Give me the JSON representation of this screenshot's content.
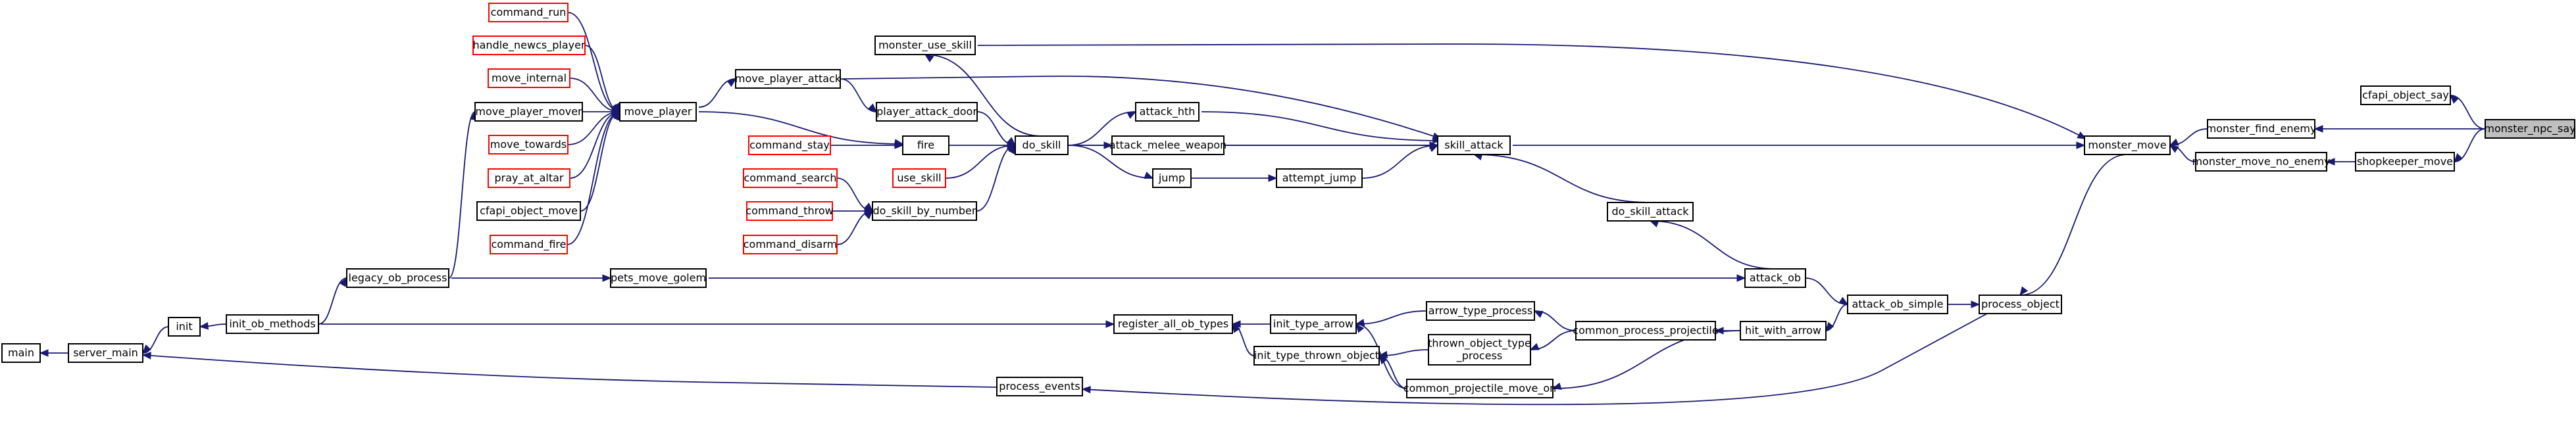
{
  "graph": {
    "focus_node": "monster_npc_say",
    "nodes": [
      {
        "id": "monster_npc_say",
        "label": "monster_npc_say",
        "style": "focus"
      },
      {
        "id": "cfapi_object_say",
        "label": "cfapi_object_say",
        "style": "normal"
      },
      {
        "id": "monster_find_enemy",
        "label": "monster_find_enemy",
        "style": "normal"
      },
      {
        "id": "monster_move_no_enemy",
        "label": "monster_move_no_enemy",
        "style": "normal"
      },
      {
        "id": "shopkeeper_move",
        "label": "shopkeeper_move",
        "style": "normal"
      },
      {
        "id": "monster_move",
        "label": "monster_move",
        "style": "normal"
      },
      {
        "id": "monster_use_skill",
        "label": "monster_use_skill",
        "style": "normal"
      },
      {
        "id": "skill_attack",
        "label": "skill_attack",
        "style": "normal"
      },
      {
        "id": "process_object",
        "label": "process_object",
        "style": "normal"
      },
      {
        "id": "attack_ob_simple",
        "label": "attack_ob_simple",
        "style": "normal"
      },
      {
        "id": "attack_ob",
        "label": "attack_ob",
        "style": "normal"
      },
      {
        "id": "do_skill_attack",
        "label": "do_skill_attack",
        "style": "normal"
      },
      {
        "id": "hit_with_arrow",
        "label": "hit_with_arrow",
        "style": "normal"
      },
      {
        "id": "common_process_projectile",
        "label": "common_process_projectile",
        "style": "normal"
      },
      {
        "id": "arrow_type_process",
        "label": "arrow_type_process",
        "style": "normal"
      },
      {
        "id": "thrown_object_type_process",
        "label": "thrown_object_type\n_process",
        "style": "normal"
      },
      {
        "id": "common_projectile_move_on",
        "label": "common_projectile_move_on",
        "style": "normal"
      },
      {
        "id": "attack_hth",
        "label": "attack_hth",
        "style": "normal"
      },
      {
        "id": "attack_melee_weapon",
        "label": "attack_melee_weapon",
        "style": "normal"
      },
      {
        "id": "attempt_jump",
        "label": "attempt_jump",
        "style": "normal"
      },
      {
        "id": "jump",
        "label": "jump",
        "style": "normal"
      },
      {
        "id": "do_skill",
        "label": "do_skill",
        "style": "normal"
      },
      {
        "id": "move_player_attack",
        "label": "move_player_attack",
        "style": "normal"
      },
      {
        "id": "player_attack_door",
        "label": "player_attack_door",
        "style": "normal"
      },
      {
        "id": "fire",
        "label": "fire",
        "style": "normal"
      },
      {
        "id": "use_skill",
        "label": "use_skill",
        "style": "red"
      },
      {
        "id": "do_skill_by_number",
        "label": "do_skill_by_number",
        "style": "normal"
      },
      {
        "id": "command_stay",
        "label": "command_stay",
        "style": "red"
      },
      {
        "id": "command_search",
        "label": "command_search",
        "style": "red"
      },
      {
        "id": "command_throw",
        "label": "command_throw",
        "style": "red"
      },
      {
        "id": "command_disarm",
        "label": "command_disarm",
        "style": "red"
      },
      {
        "id": "move_player",
        "label": "move_player",
        "style": "normal"
      },
      {
        "id": "command_run",
        "label": "command_run",
        "style": "red"
      },
      {
        "id": "handle_newcs_player",
        "label": "handle_newcs_player",
        "style": "red"
      },
      {
        "id": "move_internal",
        "label": "move_internal",
        "style": "red"
      },
      {
        "id": "move_player_mover",
        "label": "move_player_mover",
        "style": "normal"
      },
      {
        "id": "move_towards",
        "label": "move_towards",
        "style": "red"
      },
      {
        "id": "pray_at_altar",
        "label": "pray_at_altar",
        "style": "red"
      },
      {
        "id": "cfapi_object_move",
        "label": "cfapi_object_move",
        "style": "normal"
      },
      {
        "id": "command_fire",
        "label": "command_fire",
        "style": "red"
      },
      {
        "id": "legacy_ob_process",
        "label": "legacy_ob_process",
        "style": "normal"
      },
      {
        "id": "pets_move_golem",
        "label": "pets_move_golem",
        "style": "normal"
      },
      {
        "id": "init_ob_methods",
        "label": "init_ob_methods",
        "style": "normal"
      },
      {
        "id": "register_all_ob_types",
        "label": "register_all_ob_types",
        "style": "normal"
      },
      {
        "id": "init_type_arrow",
        "label": "init_type_arrow",
        "style": "normal"
      },
      {
        "id": "init_type_thrown_object",
        "label": "init_type_thrown_object",
        "style": "normal"
      },
      {
        "id": "init",
        "label": "init",
        "style": "normal"
      },
      {
        "id": "server_main",
        "label": "server_main",
        "style": "normal"
      },
      {
        "id": "main",
        "label": "main",
        "style": "normal"
      },
      {
        "id": "process_events",
        "label": "process_events",
        "style": "normal"
      }
    ],
    "edges": [
      {
        "from": "cfapi_object_say",
        "to": "monster_npc_say"
      },
      {
        "from": "monster_find_enemy",
        "to": "monster_npc_say"
      },
      {
        "from": "shopkeeper_move",
        "to": "monster_npc_say"
      },
      {
        "from": "monster_move",
        "to": "monster_find_enemy"
      },
      {
        "from": "monster_move_no_enemy",
        "to": "shopkeeper_move"
      },
      {
        "from": "monster_move",
        "to": "monster_move_no_enemy"
      },
      {
        "from": "monster_move",
        "to": "monster_use_skill"
      },
      {
        "from": "monster_move",
        "to": "skill_attack"
      },
      {
        "from": "process_object",
        "to": "monster_move"
      },
      {
        "from": "skill_attack",
        "to": "do_skill_attack"
      },
      {
        "from": "skill_attack",
        "to": "attack_hth"
      },
      {
        "from": "skill_attack",
        "to": "attack_melee_weapon"
      },
      {
        "from": "skill_attack",
        "to": "attempt_jump"
      },
      {
        "from": "skill_attack",
        "to": "move_player_attack"
      },
      {
        "from": "skill_attack",
        "to": "do_skill"
      },
      {
        "from": "attempt_jump",
        "to": "jump"
      },
      {
        "from": "attack_hth",
        "to": "do_skill"
      },
      {
        "from": "attack_melee_weapon",
        "to": "do_skill"
      },
      {
        "from": "jump",
        "to": "do_skill"
      },
      {
        "from": "monster_use_skill",
        "to": "do_skill"
      },
      {
        "from": "do_skill",
        "to": "player_attack_door"
      },
      {
        "from": "do_skill",
        "to": "fire"
      },
      {
        "from": "do_skill",
        "to": "use_skill"
      },
      {
        "from": "do_skill",
        "to": "do_skill_by_number"
      },
      {
        "from": "player_attack_door",
        "to": "move_player_attack"
      },
      {
        "from": "move_player_attack",
        "to": "move_player"
      },
      {
        "from": "fire",
        "to": "move_player"
      },
      {
        "from": "fire",
        "to": "command_stay"
      },
      {
        "from": "do_skill_by_number",
        "to": "command_search"
      },
      {
        "from": "do_skill_by_number",
        "to": "command_throw"
      },
      {
        "from": "do_skill_by_number",
        "to": "command_disarm"
      },
      {
        "from": "move_player",
        "to": "command_run"
      },
      {
        "from": "move_player",
        "to": "handle_newcs_player"
      },
      {
        "from": "move_player",
        "to": "move_internal"
      },
      {
        "from": "move_player",
        "to": "move_player_mover"
      },
      {
        "from": "move_player",
        "to": "move_towards"
      },
      {
        "from": "move_player",
        "to": "pray_at_altar"
      },
      {
        "from": "move_player",
        "to": "cfapi_object_move"
      },
      {
        "from": "move_player",
        "to": "command_fire"
      },
      {
        "from": "move_player_mover",
        "to": "legacy_ob_process"
      },
      {
        "from": "legacy_ob_process",
        "to": "init_ob_methods"
      },
      {
        "from": "pets_move_golem",
        "to": "legacy_ob_process"
      },
      {
        "from": "attack_ob",
        "to": "pets_move_golem"
      },
      {
        "from": "do_skill_attack",
        "to": "attack_ob"
      },
      {
        "from": "attack_ob_simple",
        "to": "attack_ob"
      },
      {
        "from": "process_object",
        "to": "attack_ob_simple"
      },
      {
        "from": "hit_with_arrow",
        "to": "attack_ob_simple"
      },
      {
        "from": "common_process_projectile",
        "to": "hit_with_arrow"
      },
      {
        "from": "common_projectile_move_on",
        "to": "hit_with_arrow"
      },
      {
        "from": "arrow_type_process",
        "to": "common_process_projectile"
      },
      {
        "from": "thrown_object_type_process",
        "to": "common_process_projectile"
      },
      {
        "from": "init_type_arrow",
        "to": "arrow_type_process"
      },
      {
        "from": "init_type_arrow",
        "to": "common_projectile_move_on"
      },
      {
        "from": "init_type_thrown_object",
        "to": "thrown_object_type_process"
      },
      {
        "from": "init_type_thrown_object",
        "to": "common_projectile_move_on"
      },
      {
        "from": "register_all_ob_types",
        "to": "init_type_arrow"
      },
      {
        "from": "register_all_ob_types",
        "to": "init_type_thrown_object"
      },
      {
        "from": "init_ob_methods",
        "to": "register_all_ob_types"
      },
      {
        "from": "init",
        "to": "init_ob_methods"
      },
      {
        "from": "server_main",
        "to": "init"
      },
      {
        "from": "main",
        "to": "server_main"
      },
      {
        "from": "server_main",
        "to": "process_events"
      },
      {
        "from": "process_events",
        "to": "process_object"
      }
    ]
  },
  "colors": {
    "edge": "#191970",
    "node_border": "#000000",
    "node_border_undocumented": "#ff0000",
    "focus_fill": "#bfbfbf",
    "background": "#ffffff"
  }
}
